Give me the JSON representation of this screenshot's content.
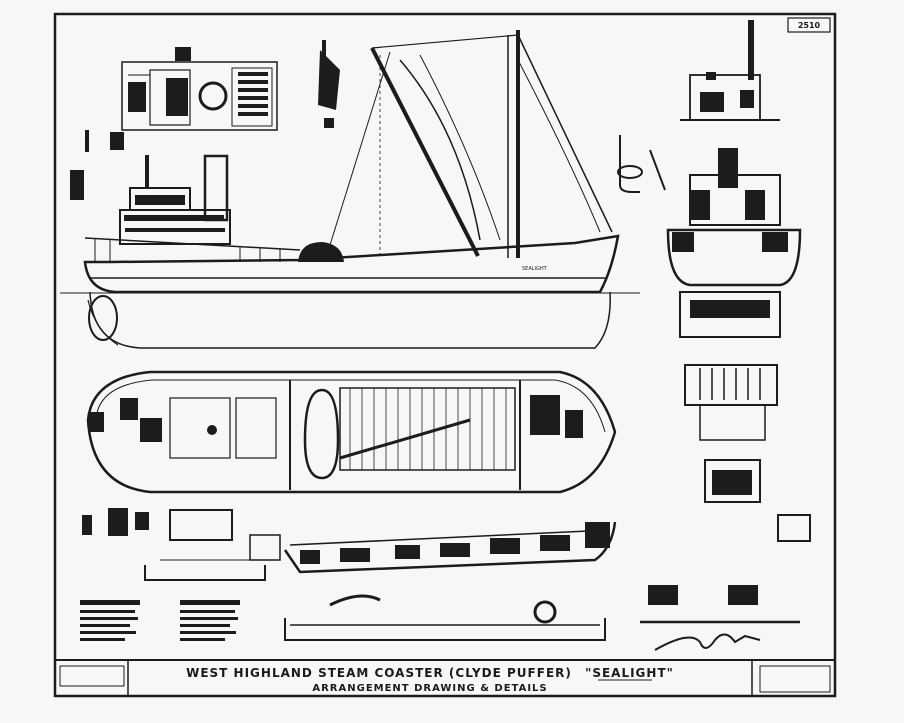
{
  "drawing": {
    "title_main": "WEST HIGHLAND STEAM COASTER (CLYDE PUFFER)",
    "vessel_name": "\"SEALIGHT\"",
    "subtitle": "ARRANGEMENT DRAWING & DETAILS",
    "sheet_number": "2510"
  },
  "labels": {
    "hull_name": "SEALIGHT"
  }
}
